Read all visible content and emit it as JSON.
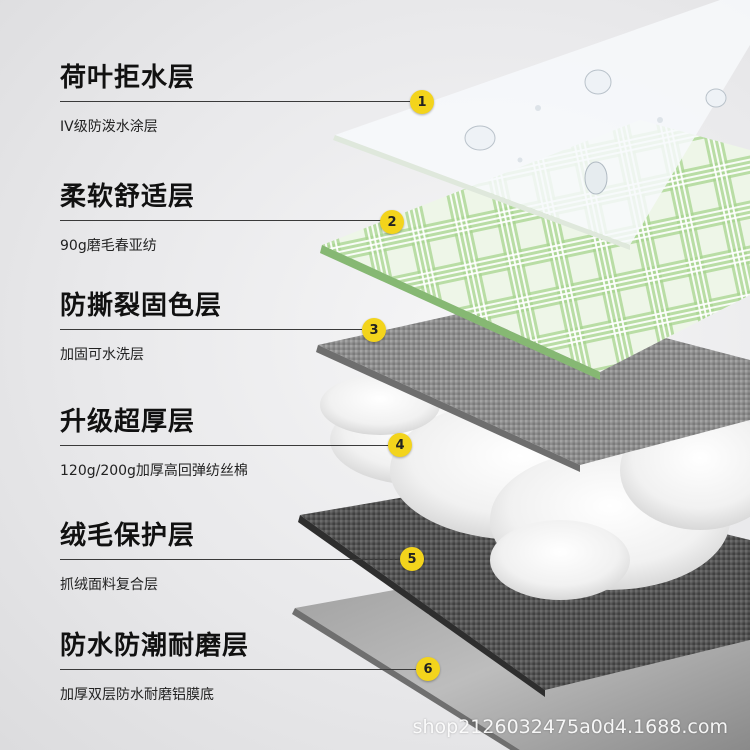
{
  "layers": [
    {
      "number": "1",
      "title": "荷叶拒水层",
      "desc": "IV级防泼水涂层"
    },
    {
      "number": "2",
      "title": "柔软舒适层",
      "desc": "90g磨毛春亚纺"
    },
    {
      "number": "3",
      "title": "防撕裂固色层",
      "desc": "加固可水洗层"
    },
    {
      "number": "4",
      "title": "升级超厚层",
      "desc": "120g/200g加厚高回弹纺丝棉"
    },
    {
      "number": "5",
      "title": "绒毛保护层",
      "desc": "抓绒面料复合层"
    },
    {
      "number": "6",
      "title": "防水防潮耐磨层",
      "desc": "加厚双层防水耐磨铝膜底"
    }
  ],
  "watermark": "shop2126032475a0d4.1688.com",
  "colors": {
    "badge": "#f3d41c",
    "plaid": "#8fc77a",
    "line": "#3a3a3a"
  }
}
